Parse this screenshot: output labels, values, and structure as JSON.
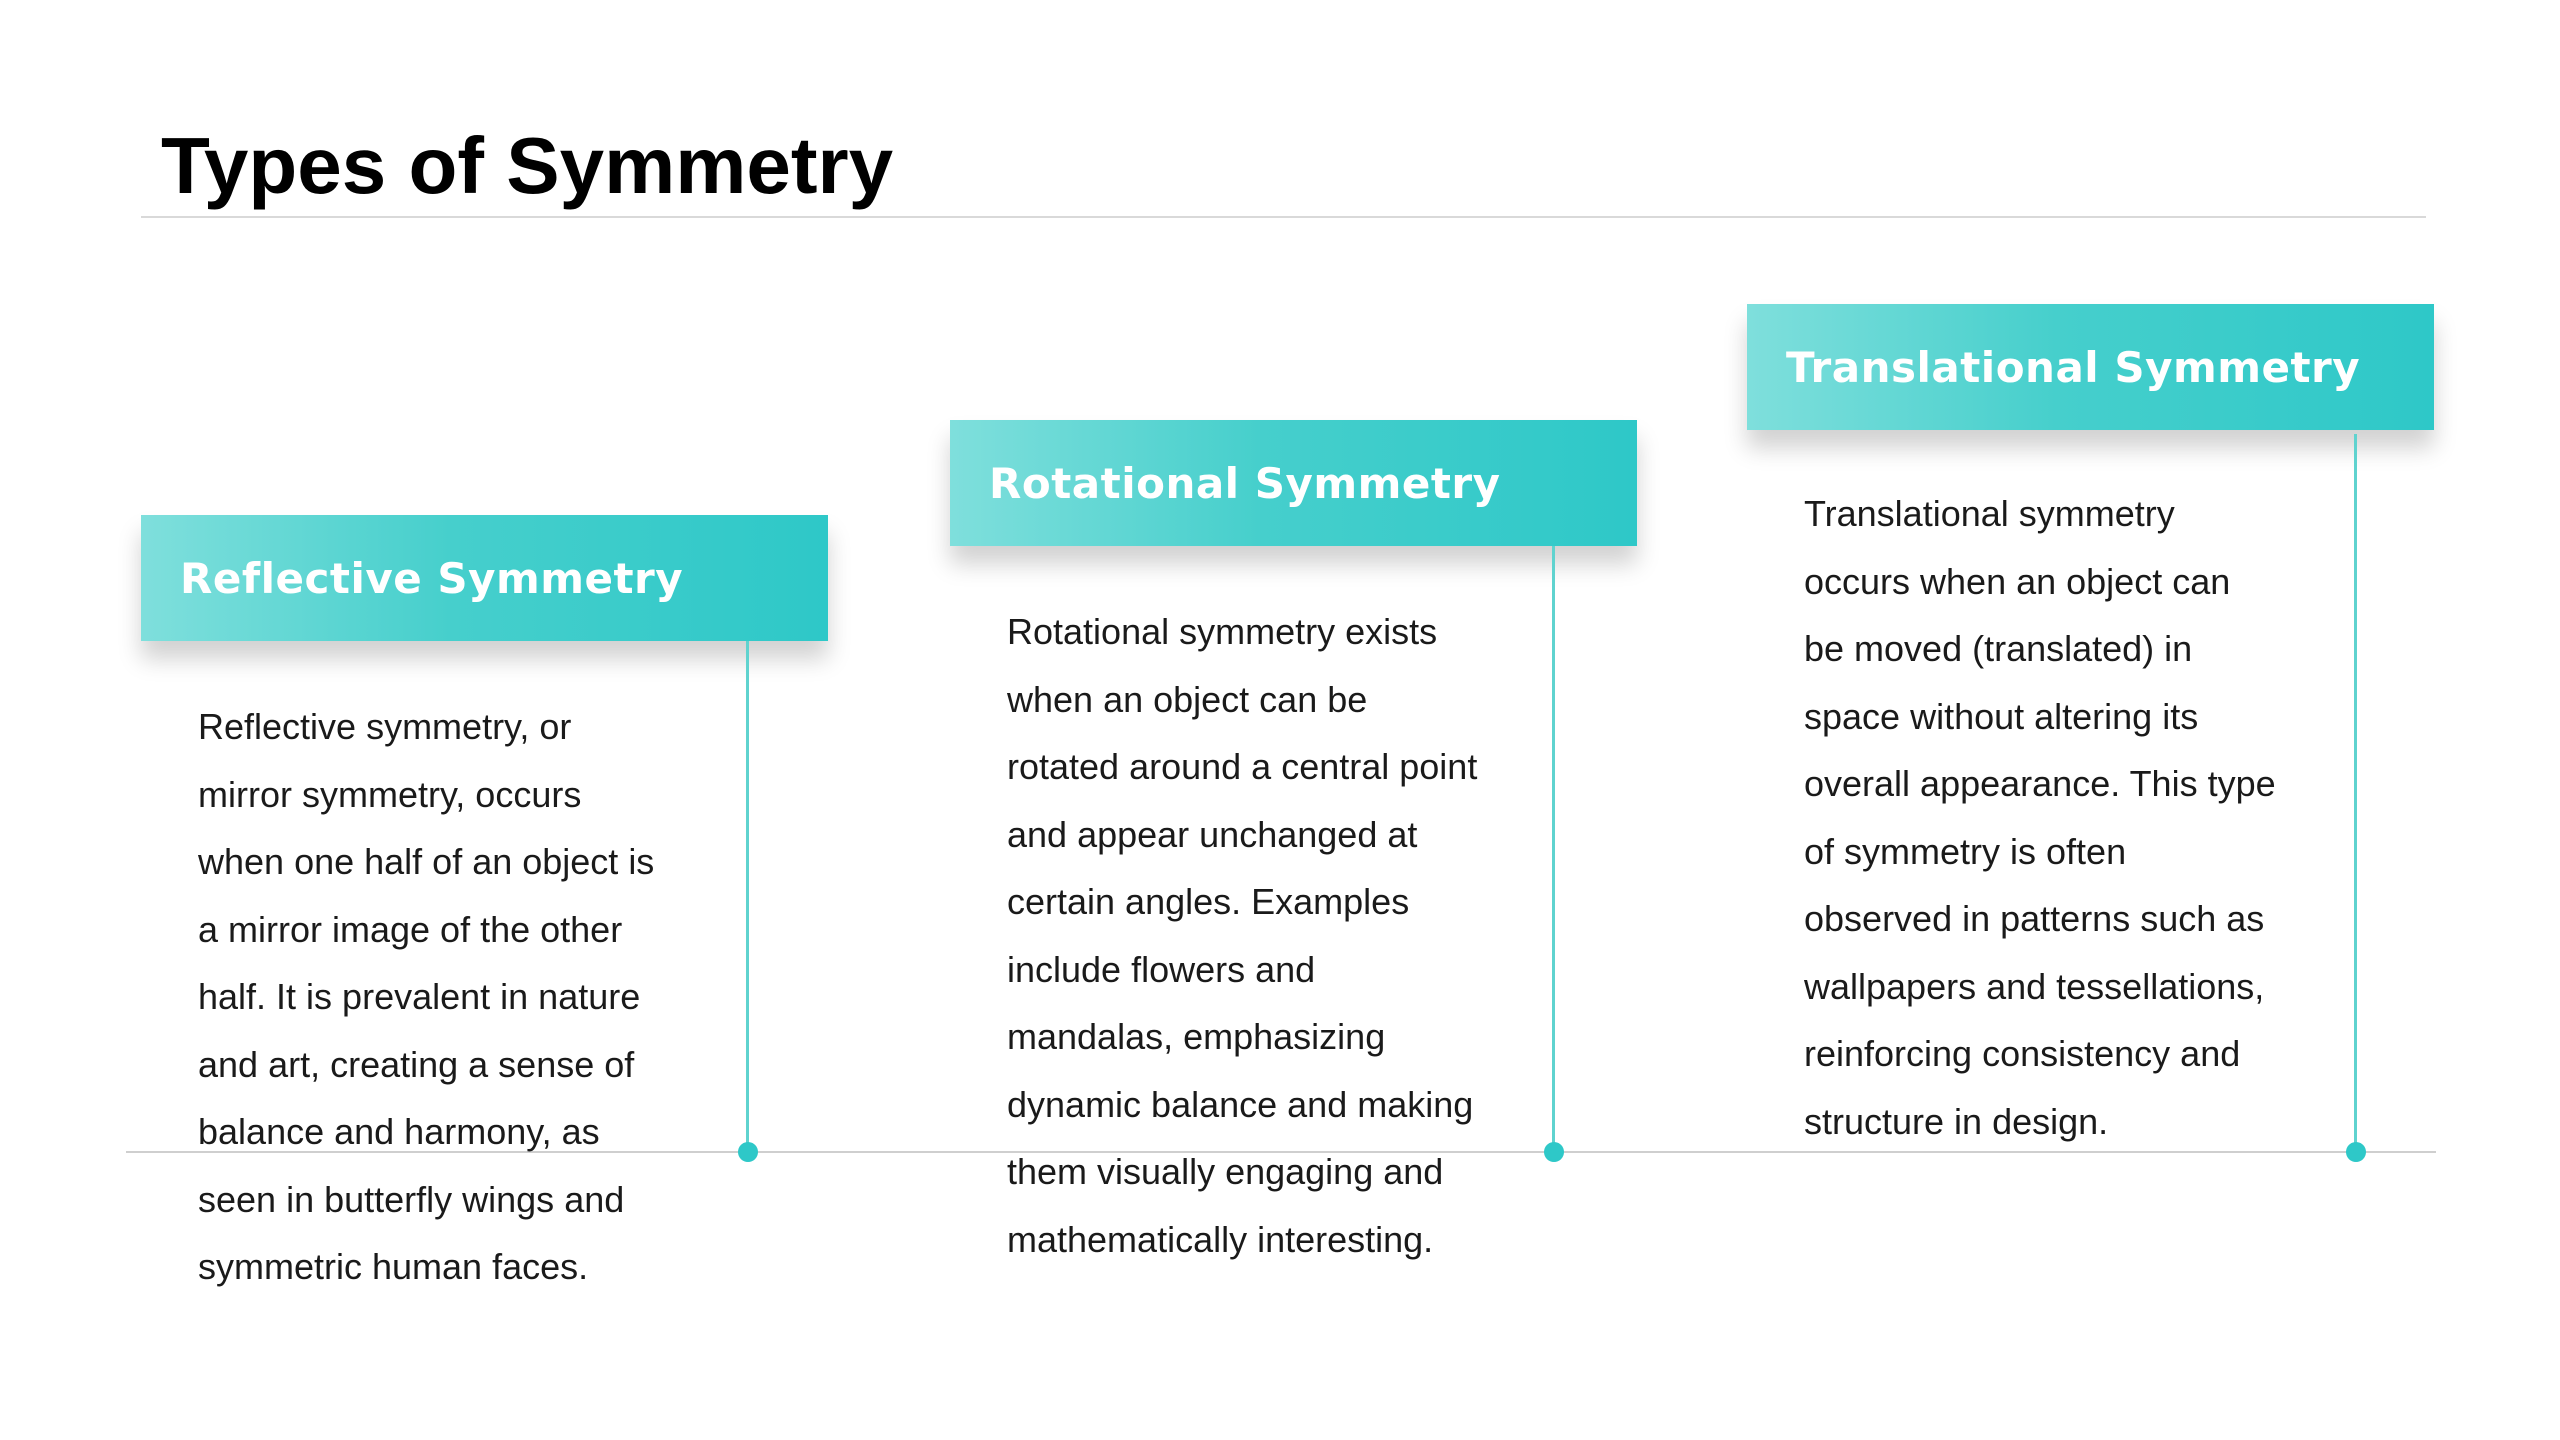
{
  "slide": {
    "title": "Types of Symmetry",
    "accent_color": "#2ec8c8",
    "accent_light_color": "#7fdfdc",
    "fold_color": "#1f9a9a"
  },
  "cards": [
    {
      "title": "Reflective Symmetry",
      "body": "Reflective symmetry, or mirror symmetry, occurs when one half of an object is a mirror image of the other half. It is prevalent in nature and art, creating a sense of balance and harmony, as seen in butterfly wings and symmetric human faces.",
      "lines": [
        "Reflective symmetry, or",
        "mirror symmetry, occurs",
        "when one half of an object is",
        "a mirror image of the other",
        "half. It is prevalent in nature",
        "and art, creating a sense of",
        "balance and harmony, as",
        "seen in butterfly wings and",
        "symmetric human faces."
      ]
    },
    {
      "title": "Rotational Symmetry",
      "body": "Rotational symmetry exists when an object can be rotated around a central point and appear unchanged at certain angles. Examples include flowers and mandalas, emphasizing dynamic balance and making them visually engaging and mathematically interesting.",
      "lines": [
        "Rotational symmetry exists",
        "when an object can be",
        "rotated around a central point",
        "and appear unchanged at",
        "certain angles. Examples",
        "include flowers and",
        "mandalas, emphasizing",
        "dynamic balance and making",
        "them visually engaging and",
        "mathematically interesting."
      ]
    },
    {
      "title": "Translational Symmetry",
      "body": "Translational symmetry occurs when an object can be moved (translated) in space without altering its overall appearance. This type of symmetry is often observed in patterns such as wallpapers and tessellations, reinforcing consistency and structure in design.",
      "lines": [
        "Translational symmetry",
        "occurs when an object can",
        "be moved (translated) in",
        "space without altering its",
        "overall appearance. This type",
        "of symmetry is often",
        "observed in patterns such as",
        "wallpapers and tessellations,",
        "reinforcing consistency and",
        "structure in design."
      ]
    }
  ]
}
